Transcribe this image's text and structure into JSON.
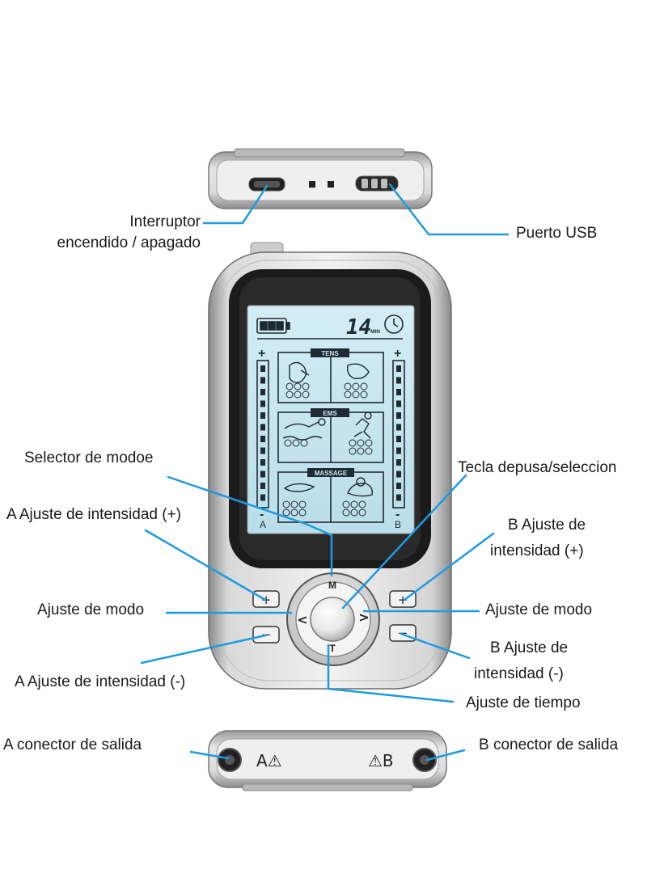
{
  "labels": {
    "power_switch": [
      "Interruptor",
      "encendido / apagado"
    ],
    "usb_port": "Puerto USB",
    "mode_selector": "Selector de modoe",
    "pause_select_key": "Tecla depusa/seleccion",
    "a_intensity_plus": "A Ajuste de intensidad (+)",
    "b_intensity_plus": [
      "B Ajuste de",
      "intensidad (+)"
    ],
    "mode_adjust_left": "Ajuste de modo",
    "mode_adjust_right": "Ajuste de modo",
    "a_intensity_minus": "A Ajuste de intensidad (-)",
    "b_intensity_minus": [
      "B Ajuste de",
      "intensidad (-)"
    ],
    "time_adjust": "Ajuste de tiempo",
    "a_output": "A conector de salida",
    "b_output": "B conector de salida"
  },
  "lcd": {
    "timer_value": "14",
    "timer_unit": "MIN",
    "section_tens": "TENS",
    "section_ems": "EMS",
    "section_massage": "MASSAGE",
    "channel_a": "A",
    "channel_b": "B",
    "plus_sign": "+",
    "minus_sign": "-"
  },
  "keys": {
    "mode_key": "M",
    "time_key": "T",
    "left_arrow": "<",
    "right_arrow": ">",
    "plus": "+",
    "minus": "−"
  },
  "bottom_panel": {
    "a_mark": "A⚠",
    "b_mark": "⚠B"
  },
  "colors": {
    "callout_line": "#1e9be0",
    "lcd_background": "#c9e7f1",
    "device_silver": "#c8c8c8",
    "screen_frame": "#1b1b1b"
  }
}
